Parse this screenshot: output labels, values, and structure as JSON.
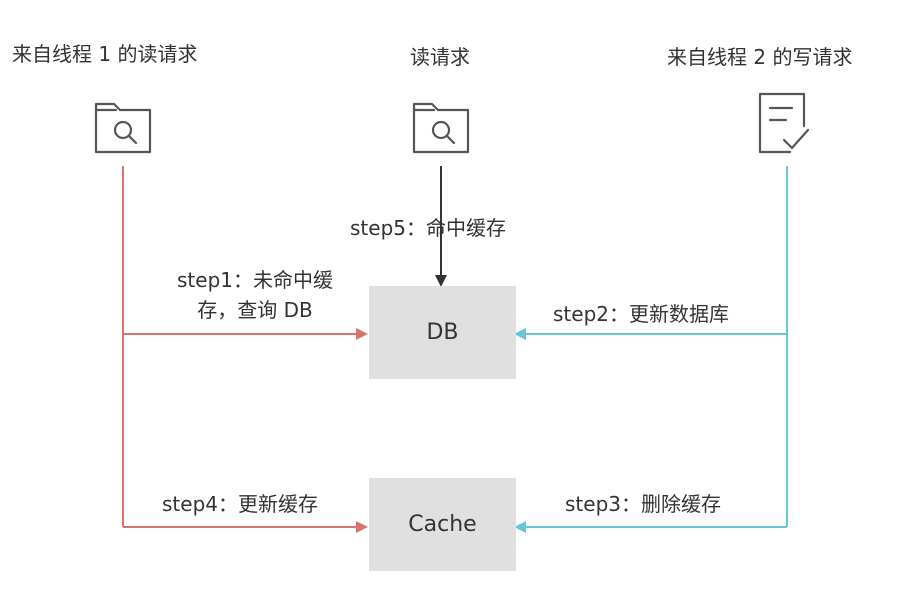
{
  "sources": {
    "thread1_read": {
      "label": "来自线程 1 的读请求",
      "icon": "folder-search-icon"
    },
    "read": {
      "label": "读请求",
      "icon": "folder-search-icon"
    },
    "thread2_write": {
      "label": "来自线程 2 的写请求",
      "icon": "document-check-icon"
    }
  },
  "nodes": {
    "db": "DB",
    "cache": "Cache"
  },
  "steps": {
    "step1_line1": "step1：未命中缓",
    "step1_line2": "存，查询 DB",
    "step2": "step2：更新数据库",
    "step3": "step3：删除缓存",
    "step4": "step4：更新缓存",
    "step5": "step5：命中缓存"
  },
  "colors": {
    "thread1_line": "#d9736e",
    "thread2_line": "#66c6d8",
    "read_line": "#333333",
    "icon_stroke": "#555555",
    "box_fill": "#e0e0e0"
  }
}
